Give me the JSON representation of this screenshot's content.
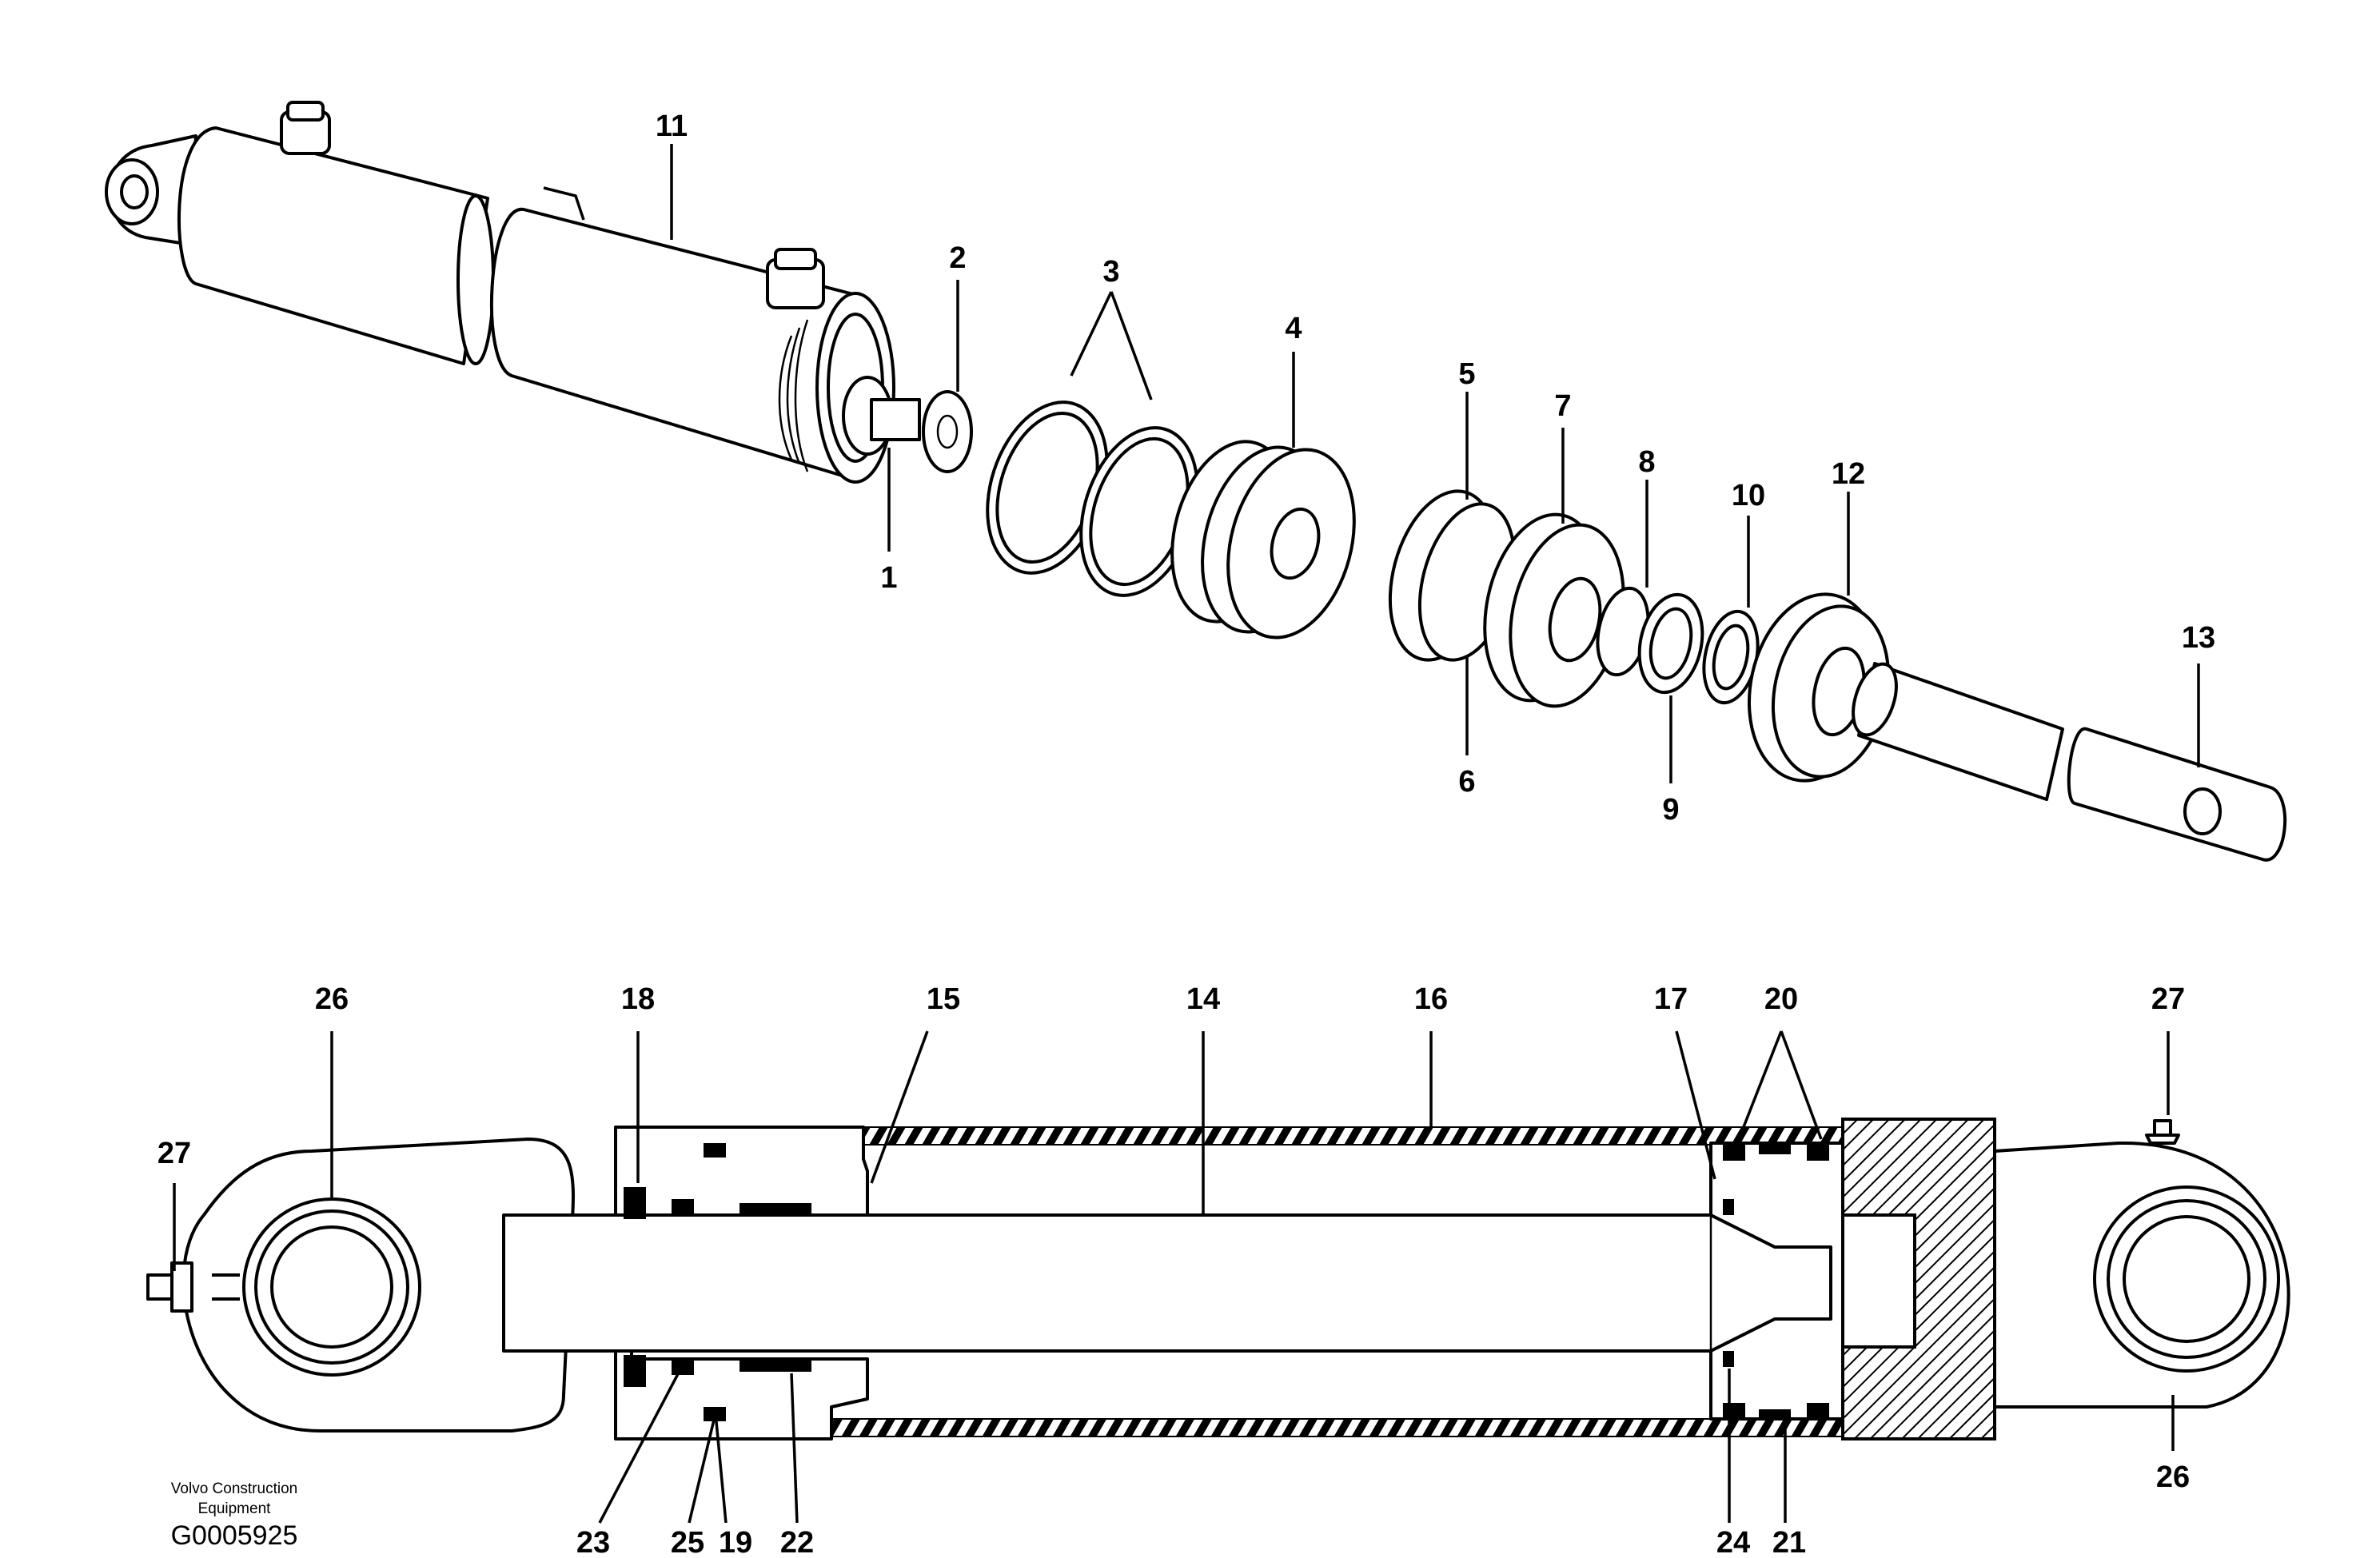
{
  "credit": {
    "line1": "Volvo Construction",
    "line2": "Equipment",
    "code": "G0005925"
  },
  "callouts": [
    {
      "id": "c1",
      "text": "1"
    },
    {
      "id": "c2",
      "text": "2"
    },
    {
      "id": "c3",
      "text": "3"
    },
    {
      "id": "c4",
      "text": "4"
    },
    {
      "id": "c5",
      "text": "5"
    },
    {
      "id": "c6",
      "text": "6"
    },
    {
      "id": "c7",
      "text": "7"
    },
    {
      "id": "c8",
      "text": "8"
    },
    {
      "id": "c9",
      "text": "9"
    },
    {
      "id": "c10",
      "text": "10"
    },
    {
      "id": "c11",
      "text": "11"
    },
    {
      "id": "c12",
      "text": "12"
    },
    {
      "id": "c13",
      "text": "13"
    },
    {
      "id": "c14",
      "text": "14"
    },
    {
      "id": "c15",
      "text": "15"
    },
    {
      "id": "c16",
      "text": "16"
    },
    {
      "id": "c17",
      "text": "17"
    },
    {
      "id": "c18",
      "text": "18"
    },
    {
      "id": "c19",
      "text": "19"
    },
    {
      "id": "c20",
      "text": "20"
    },
    {
      "id": "c21",
      "text": "21"
    },
    {
      "id": "c22",
      "text": "22"
    },
    {
      "id": "c23",
      "text": "23"
    },
    {
      "id": "c24",
      "text": "24"
    },
    {
      "id": "c25",
      "text": "25"
    },
    {
      "id": "c26a",
      "text": "26"
    },
    {
      "id": "c26b",
      "text": "26"
    },
    {
      "id": "c27a",
      "text": "27"
    },
    {
      "id": "c27b",
      "text": "27"
    }
  ]
}
